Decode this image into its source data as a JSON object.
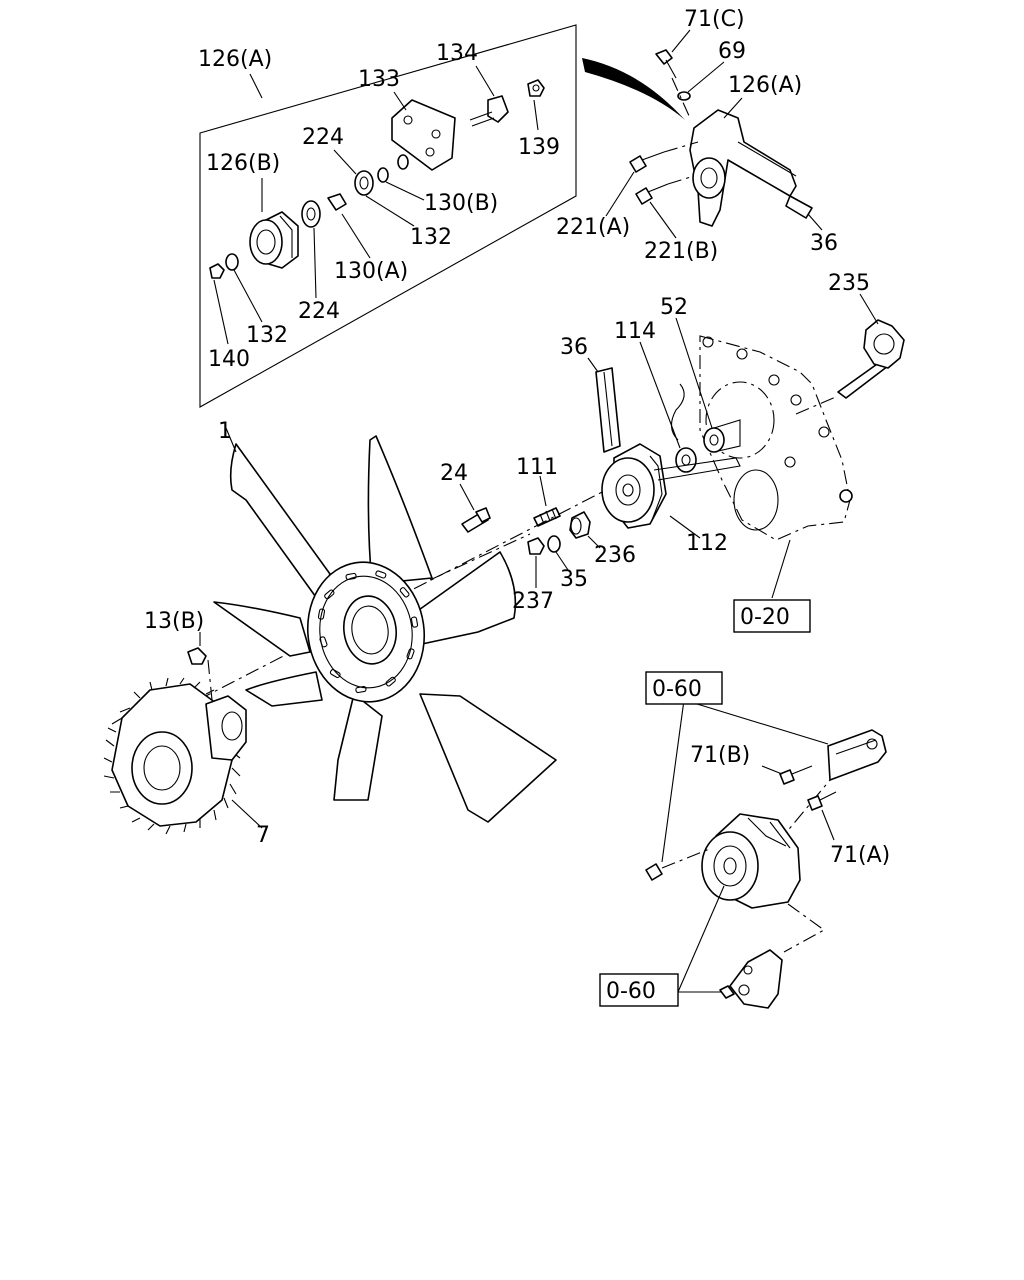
{
  "labels": {
    "l126A_inset": "126(A)",
    "l134": "134",
    "l133": "133",
    "l139": "139",
    "l224a": "224",
    "l126B": "126(B)",
    "l130B": "130(B)",
    "l132a": "132",
    "l130A": "130(A)",
    "l224b": "224",
    "l132b": "132",
    "l140": "140",
    "l71C": "71(C)",
    "l69": "69",
    "l126A": "126(A)",
    "l221A": "221(A)",
    "l221B": "221(B)",
    "l36a": "36",
    "l235": "235",
    "l52": "52",
    "l114": "114",
    "l36b": "36",
    "l1": "1",
    "l24": "24",
    "l111": "111",
    "l112": "112",
    "l236": "236",
    "l35": "35",
    "l237": "237",
    "l13B": "13(B)",
    "l7": "7",
    "l71B": "71(B)",
    "l71A": "71(A)"
  },
  "refs": {
    "ref_0_20": "0-20",
    "ref_0_60_top": "0-60",
    "ref_0_60_bottom": "0-60"
  }
}
